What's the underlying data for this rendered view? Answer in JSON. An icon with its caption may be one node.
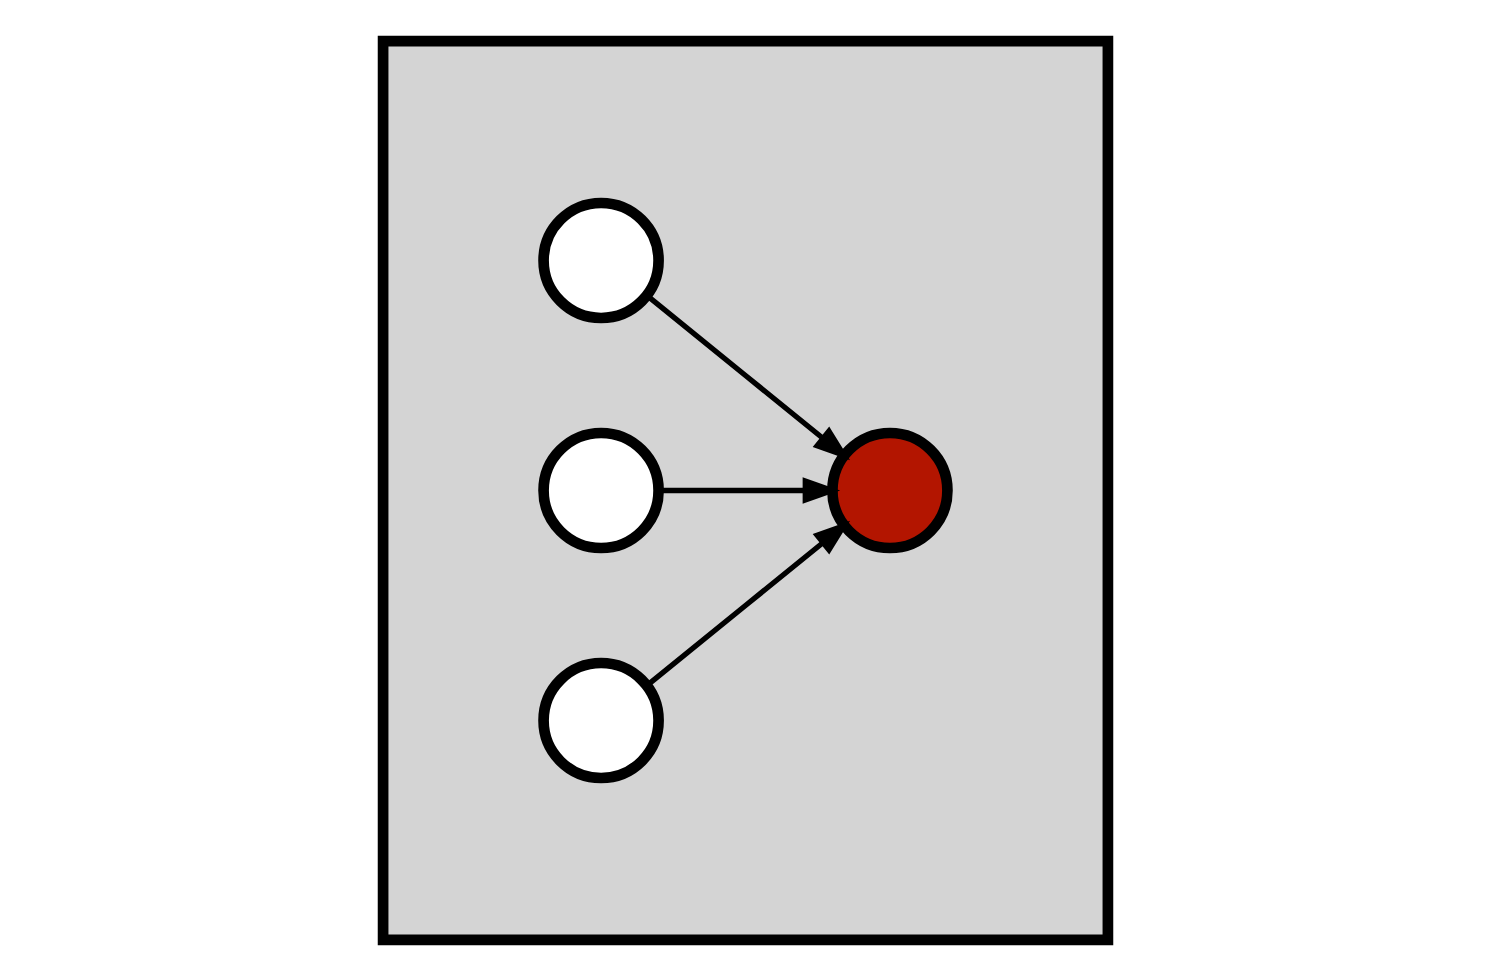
{
  "diagram": {
    "nodes": [
      {
        "text": [],
        "shape": "parallelogram"
      },
      {
        "text": [],
        "shape": "circle",
        "in": 0
      },
      {
        "text": [],
        "shape": "circle",
        "in": 0
      },
      {
        "text": [],
        "shape": "circle",
        "in": 0
      },
      {
        "text": [],
        "shape": "circle",
        "in": 0
      }
    ],
    "edges": [
      {
        "from": 1,
        "to": 2,
        "arrow": "to"
      },
      {
        "from": 4,
        "to": 2,
        "arrow": "to"
      },
      {
        "from": 3,
        "to": 2,
        "arrow": "to"
      }
    ]
  }
}
